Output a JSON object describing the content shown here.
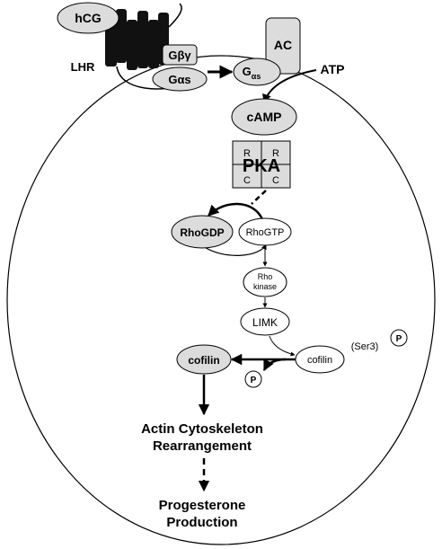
{
  "colors": {
    "node_fill": "#dcdcdc",
    "white_fill": "#ffffff",
    "stroke": "#000000"
  },
  "labels": {
    "hcg": "hCG",
    "lhr": "LHR",
    "gbg_main": "Gβγ",
    "gas_main": "Gαs",
    "gas_sub_g": "G",
    "gas_sub_as": "αs",
    "ac": "AC",
    "atp": "ATP",
    "camp": "cAMP",
    "pka": "PKA",
    "pka_r1": "R",
    "pka_r2": "R",
    "pka_c1": "C",
    "pka_c2": "C",
    "rhogdp": "RhoGDP",
    "rhogtp": "RhoGTP",
    "rho_kinase_line1": "Rho",
    "rho_kinase_line2": "kinase",
    "limk": "LIMK",
    "cofilin_bold": "cofilin",
    "cofilin_p": "cofilin",
    "ser3": "(Ser3)",
    "p_top": "P",
    "p_bottom": "P",
    "actin_line1": "Actin Cytoskeleton",
    "actin_line2": "Rearrangement",
    "prog_line1": "Progesterone",
    "prog_line2": "Production"
  }
}
